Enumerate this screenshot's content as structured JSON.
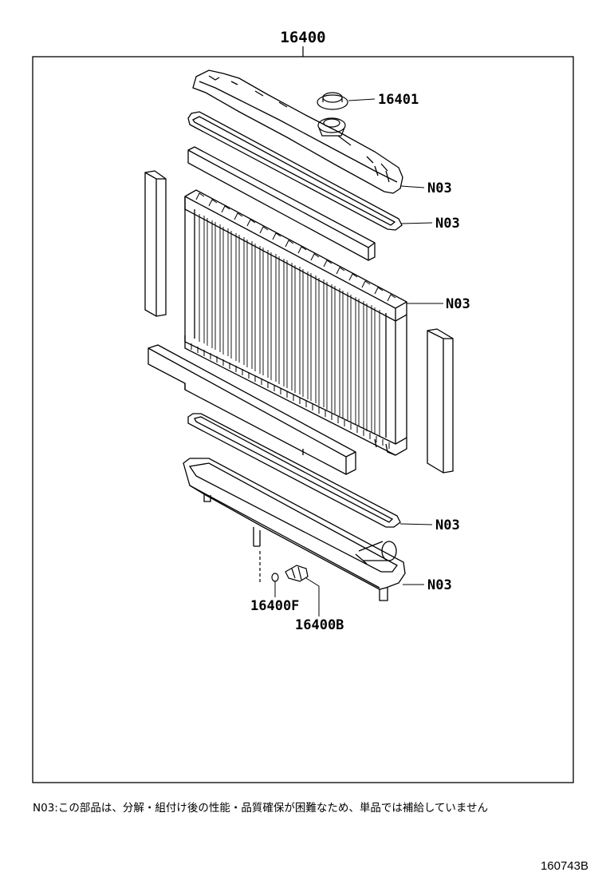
{
  "assembly": {
    "part_no": "16400"
  },
  "callouts": {
    "cap": "16401",
    "upper_tank_gasket": "N03",
    "upper_seal": "N03",
    "core": "N03",
    "lower_seal": "N03",
    "lower_tank": "N03",
    "drain_oring": "16400F",
    "drain_cock": "16400B"
  },
  "footnote": "N03:この部品は、分解・組付け後の性能・品質確保が困難なため、単品では補給していません",
  "figure_code": "160743B"
}
